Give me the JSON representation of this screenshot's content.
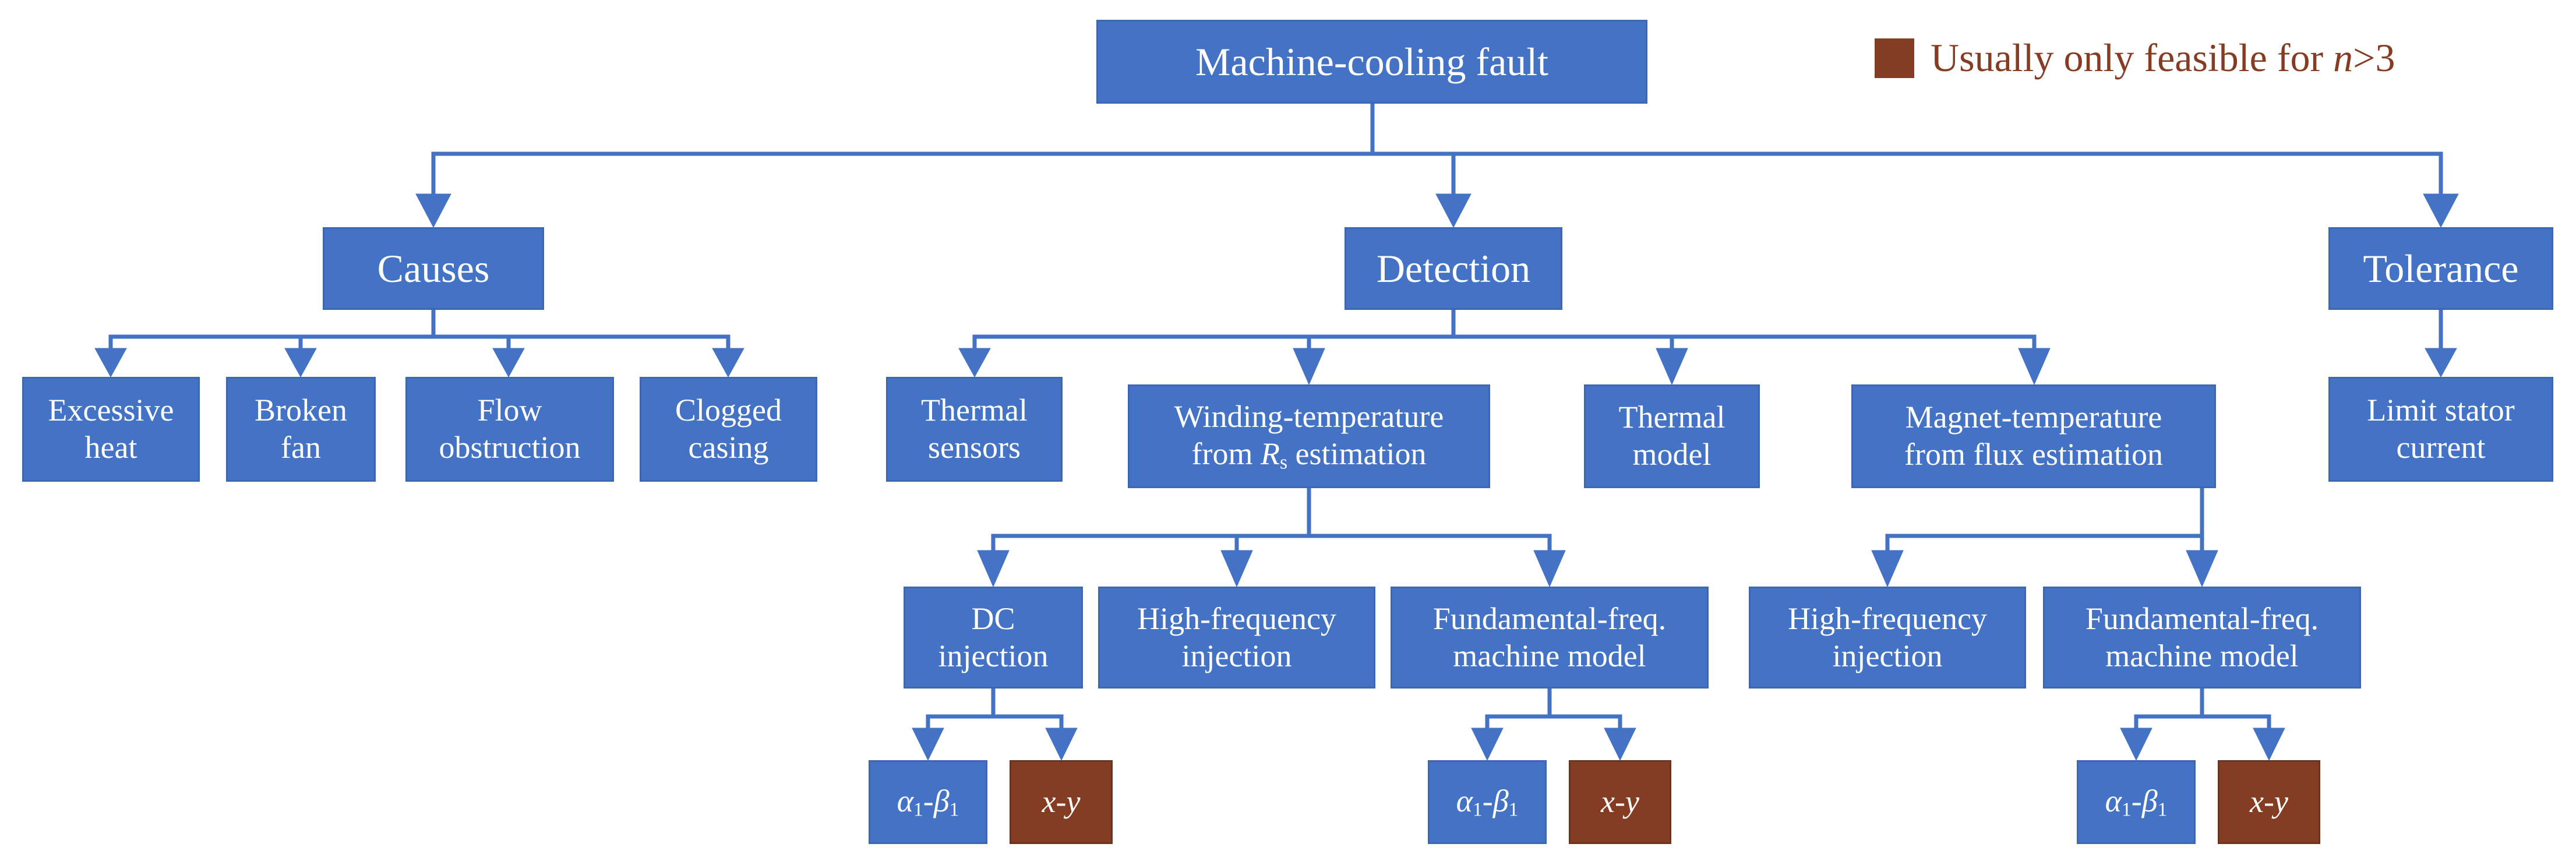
{
  "colors": {
    "node_fill": "#4472c4",
    "node_fill_alt": "#843c22",
    "connector": "#4472c4",
    "legend_text": "#843c22"
  },
  "root": {
    "label": "Machine-cooling fault"
  },
  "legend": {
    "text_before": "Usually only feasible for ",
    "var": "n",
    "text_after": ">3"
  },
  "branches": {
    "causes": {
      "label": "Causes",
      "items": [
        {
          "line1": "Excessive",
          "line2": "heat"
        },
        {
          "line1": "Broken",
          "line2": "fan"
        },
        {
          "line1": "Flow",
          "line2": "obstruction"
        },
        {
          "line1": "Clogged",
          "line2": "casing"
        }
      ]
    },
    "detection": {
      "label": "Detection",
      "thermal_sensors": {
        "line1": "Thermal",
        "line2": "sensors"
      },
      "winding": {
        "line1": "Winding-temperature",
        "line2_pre": "from ",
        "line2_var": "R",
        "line2_sub": "s",
        "line2_post": " estimation",
        "dc": {
          "line1": "DC",
          "line2": "injection",
          "leaf_ab": {
            "a": "α",
            "a_sub": "1",
            "dash": "-",
            "b": "β",
            "b_sub": "1"
          },
          "leaf_xy": {
            "x": "x",
            "dash": "-",
            "y": "y"
          }
        },
        "hf": {
          "line1": "High-frequency",
          "line2": "injection"
        },
        "ff": {
          "line1": "Fundamental-freq.",
          "line2": "machine model",
          "leaf_ab": {
            "a": "α",
            "a_sub": "1",
            "dash": "-",
            "b": "β",
            "b_sub": "1"
          },
          "leaf_xy": {
            "x": "x",
            "dash": "-",
            "y": "y"
          }
        }
      },
      "thermal_model": {
        "line1": "Thermal",
        "line2": "model"
      },
      "magnet": {
        "line1": "Magnet-temperature",
        "line2": "from flux estimation",
        "hf": {
          "line1": "High-frequency",
          "line2": "injection"
        },
        "ff": {
          "line1": "Fundamental-freq.",
          "line2": "machine model",
          "leaf_ab": {
            "a": "α",
            "a_sub": "1",
            "dash": "-",
            "b": "β",
            "b_sub": "1"
          },
          "leaf_xy": {
            "x": "x",
            "dash": "-",
            "y": "y"
          }
        }
      }
    },
    "tolerance": {
      "label": "Tolerance",
      "items": [
        {
          "line1": "Limit stator",
          "line2": "current"
        }
      ]
    }
  }
}
